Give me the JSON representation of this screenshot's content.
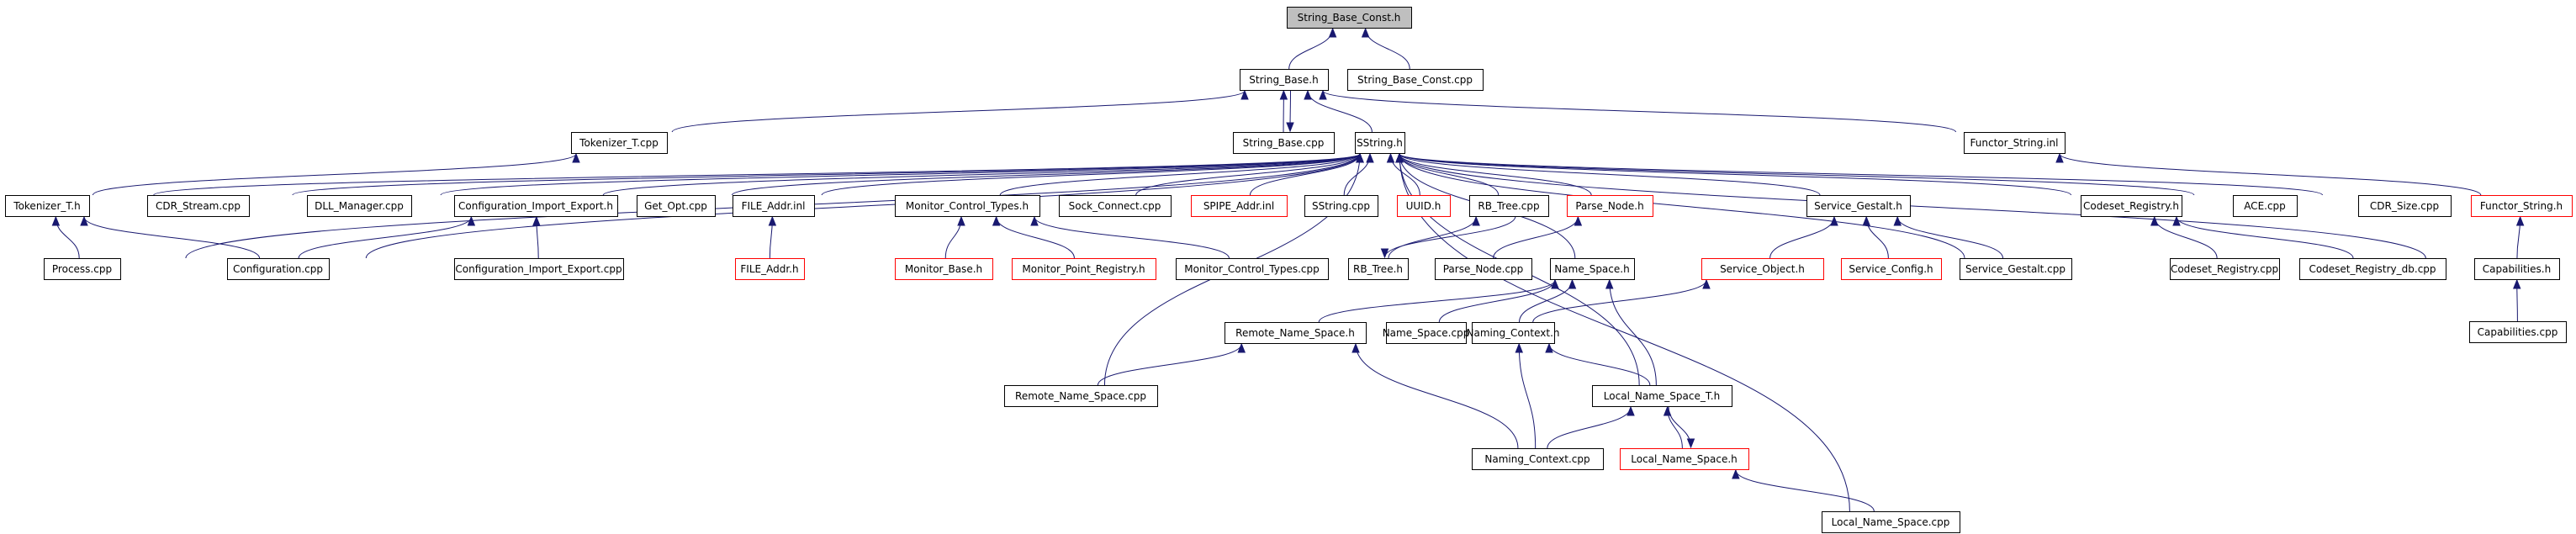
{
  "title": "String_Base_Const.h include dependency graph",
  "colors": {
    "edge": "#191970",
    "node_border": "#000000",
    "missing_border": "#ff0000",
    "root_fill": "#bfbfbf"
  },
  "nodes": [
    {
      "id": "n0",
      "label": "String_Base_Const.h",
      "style": "root"
    },
    {
      "id": "n1",
      "label": "String_Base.h",
      "style": "normal"
    },
    {
      "id": "n2",
      "label": "String_Base_Const.cpp",
      "style": "normal"
    },
    {
      "id": "n3",
      "label": "Tokenizer_T.cpp",
      "style": "normal"
    },
    {
      "id": "n4",
      "label": "String_Base.cpp",
      "style": "normal"
    },
    {
      "id": "n5",
      "label": "SString.h",
      "style": "normal"
    },
    {
      "id": "n6",
      "label": "Functor_String.inl",
      "style": "normal"
    },
    {
      "id": "n7",
      "label": "Tokenizer_T.h",
      "style": "normal"
    },
    {
      "id": "n8",
      "label": "CDR_Stream.cpp",
      "style": "normal"
    },
    {
      "id": "n9",
      "label": "DLL_Manager.cpp",
      "style": "normal"
    },
    {
      "id": "n10",
      "label": "Configuration_Import_Export.h",
      "style": "normal"
    },
    {
      "id": "n11",
      "label": "Get_Opt.cpp",
      "style": "normal"
    },
    {
      "id": "n12",
      "label": "FILE_Addr.inl",
      "style": "normal"
    },
    {
      "id": "n13",
      "label": "Monitor_Control_Types.h",
      "style": "normal"
    },
    {
      "id": "n14",
      "label": "Sock_Connect.cpp",
      "style": "normal"
    },
    {
      "id": "n15",
      "label": "SPIPE_Addr.inl",
      "style": "missing"
    },
    {
      "id": "n16",
      "label": "SString.cpp",
      "style": "normal"
    },
    {
      "id": "n17",
      "label": "UUID.h",
      "style": "missing"
    },
    {
      "id": "n18",
      "label": "RB_Tree.cpp",
      "style": "normal"
    },
    {
      "id": "n19",
      "label": "Parse_Node.h",
      "style": "missing"
    },
    {
      "id": "n20",
      "label": "Service_Gestalt.h",
      "style": "normal"
    },
    {
      "id": "n21",
      "label": "Codeset_Registry.h",
      "style": "normal"
    },
    {
      "id": "n22",
      "label": "ACE.cpp",
      "style": "normal"
    },
    {
      "id": "n23",
      "label": "CDR_Size.cpp",
      "style": "normal"
    },
    {
      "id": "n24",
      "label": "Functor_String.h",
      "style": "missing"
    },
    {
      "id": "n25",
      "label": "Process.cpp",
      "style": "normal"
    },
    {
      "id": "n26",
      "label": "Configuration.cpp",
      "style": "normal"
    },
    {
      "id": "n27",
      "label": "Configuration_Import_Export.cpp",
      "style": "normal"
    },
    {
      "id": "n28",
      "label": "FILE_Addr.h",
      "style": "missing"
    },
    {
      "id": "n29",
      "label": "Monitor_Base.h",
      "style": "missing"
    },
    {
      "id": "n30",
      "label": "Monitor_Point_Registry.h",
      "style": "missing"
    },
    {
      "id": "n31",
      "label": "Monitor_Control_Types.cpp",
      "style": "normal"
    },
    {
      "id": "n32",
      "label": "RB_Tree.h",
      "style": "normal"
    },
    {
      "id": "n33",
      "label": "Parse_Node.cpp",
      "style": "normal"
    },
    {
      "id": "n34",
      "label": "Name_Space.h",
      "style": "normal"
    },
    {
      "id": "n35",
      "label": "Service_Object.h",
      "style": "missing"
    },
    {
      "id": "n36",
      "label": "Service_Config.h",
      "style": "missing"
    },
    {
      "id": "n37",
      "label": "Service_Gestalt.cpp",
      "style": "normal"
    },
    {
      "id": "n38",
      "label": "Codeset_Registry.cpp",
      "style": "normal"
    },
    {
      "id": "n39",
      "label": "Codeset_Registry_db.cpp",
      "style": "normal"
    },
    {
      "id": "n40",
      "label": "Capabilities.h",
      "style": "normal"
    },
    {
      "id": "n41",
      "label": "Remote_Name_Space.h",
      "style": "normal"
    },
    {
      "id": "n42",
      "label": "Name_Space.cpp",
      "style": "normal"
    },
    {
      "id": "n43",
      "label": "Naming_Context.h",
      "style": "normal"
    },
    {
      "id": "n44",
      "label": "Capabilities.cpp",
      "style": "normal"
    },
    {
      "id": "n45",
      "label": "Remote_Name_Space.cpp",
      "style": "normal"
    },
    {
      "id": "n46",
      "label": "Local_Name_Space_T.h",
      "style": "normal"
    },
    {
      "id": "n47",
      "label": "Naming_Context.cpp",
      "style": "normal"
    },
    {
      "id": "n48",
      "label": "Local_Name_Space.h",
      "style": "missing"
    },
    {
      "id": "n49",
      "label": "Local_Name_Space.cpp",
      "style": "normal"
    }
  ],
  "edges": [
    {
      "from": "n1",
      "to": "n0"
    },
    {
      "from": "n2",
      "to": "n0"
    },
    {
      "from": "n3",
      "to": "n1"
    },
    {
      "from": "n4",
      "to": "n1"
    },
    {
      "from": "n1",
      "to": "n4"
    },
    {
      "from": "n5",
      "to": "n1"
    },
    {
      "from": "n6",
      "to": "n1"
    },
    {
      "from": "n7",
      "to": "n3"
    },
    {
      "from": "n7",
      "to": "n5"
    },
    {
      "from": "n8",
      "to": "n5"
    },
    {
      "from": "n9",
      "to": "n5"
    },
    {
      "from": "n10",
      "to": "n5"
    },
    {
      "from": "n11",
      "to": "n5"
    },
    {
      "from": "n12",
      "to": "n5"
    },
    {
      "from": "n13",
      "to": "n5"
    },
    {
      "from": "n14",
      "to": "n5"
    },
    {
      "from": "n15",
      "to": "n5"
    },
    {
      "from": "n16",
      "to": "n5"
    },
    {
      "from": "n17",
      "to": "n5"
    },
    {
      "from": "n18",
      "to": "n5"
    },
    {
      "from": "n19",
      "to": "n5"
    },
    {
      "from": "n20",
      "to": "n5"
    },
    {
      "from": "n21",
      "to": "n5"
    },
    {
      "from": "n22",
      "to": "n5"
    },
    {
      "from": "n23",
      "to": "n5"
    },
    {
      "from": "n40",
      "to": "n5"
    },
    {
      "from": "n25",
      "to": "n5"
    },
    {
      "from": "n26",
      "to": "n5"
    },
    {
      "from": "n34",
      "to": "n5"
    },
    {
      "from": "n37",
      "to": "n5"
    },
    {
      "from": "n45",
      "to": "n5"
    },
    {
      "from": "n46",
      "to": "n5"
    },
    {
      "from": "n49",
      "to": "n5"
    },
    {
      "from": "n24",
      "to": "n6"
    },
    {
      "from": "n25",
      "to": "n7"
    },
    {
      "from": "n26",
      "to": "n7"
    },
    {
      "from": "n26",
      "to": "n10"
    },
    {
      "from": "n27",
      "to": "n10"
    },
    {
      "from": "n28",
      "to": "n12"
    },
    {
      "from": "n29",
      "to": "n13"
    },
    {
      "from": "n30",
      "to": "n13"
    },
    {
      "from": "n31",
      "to": "n13"
    },
    {
      "from": "n32",
      "to": "n18"
    },
    {
      "from": "n18",
      "to": "n32"
    },
    {
      "from": "n33",
      "to": "n19"
    },
    {
      "from": "n35",
      "to": "n20"
    },
    {
      "from": "n36",
      "to": "n20"
    },
    {
      "from": "n37",
      "to": "n20"
    },
    {
      "from": "n38",
      "to": "n21"
    },
    {
      "from": "n39",
      "to": "n21"
    },
    {
      "from": "n44",
      "to": "n40"
    },
    {
      "from": "n40",
      "to": "n24"
    },
    {
      "from": "n41",
      "to": "n34"
    },
    {
      "from": "n42",
      "to": "n34"
    },
    {
      "from": "n43",
      "to": "n34"
    },
    {
      "from": "n46",
      "to": "n34"
    },
    {
      "from": "n43",
      "to": "n35"
    },
    {
      "from": "n45",
      "to": "n41"
    },
    {
      "from": "n47",
      "to": "n41"
    },
    {
      "from": "n46",
      "to": "n43"
    },
    {
      "from": "n47",
      "to": "n43"
    },
    {
      "from": "n47",
      "to": "n46"
    },
    {
      "from": "n48",
      "to": "n46"
    },
    {
      "from": "n46",
      "to": "n48"
    },
    {
      "from": "n49",
      "to": "n48"
    }
  ]
}
